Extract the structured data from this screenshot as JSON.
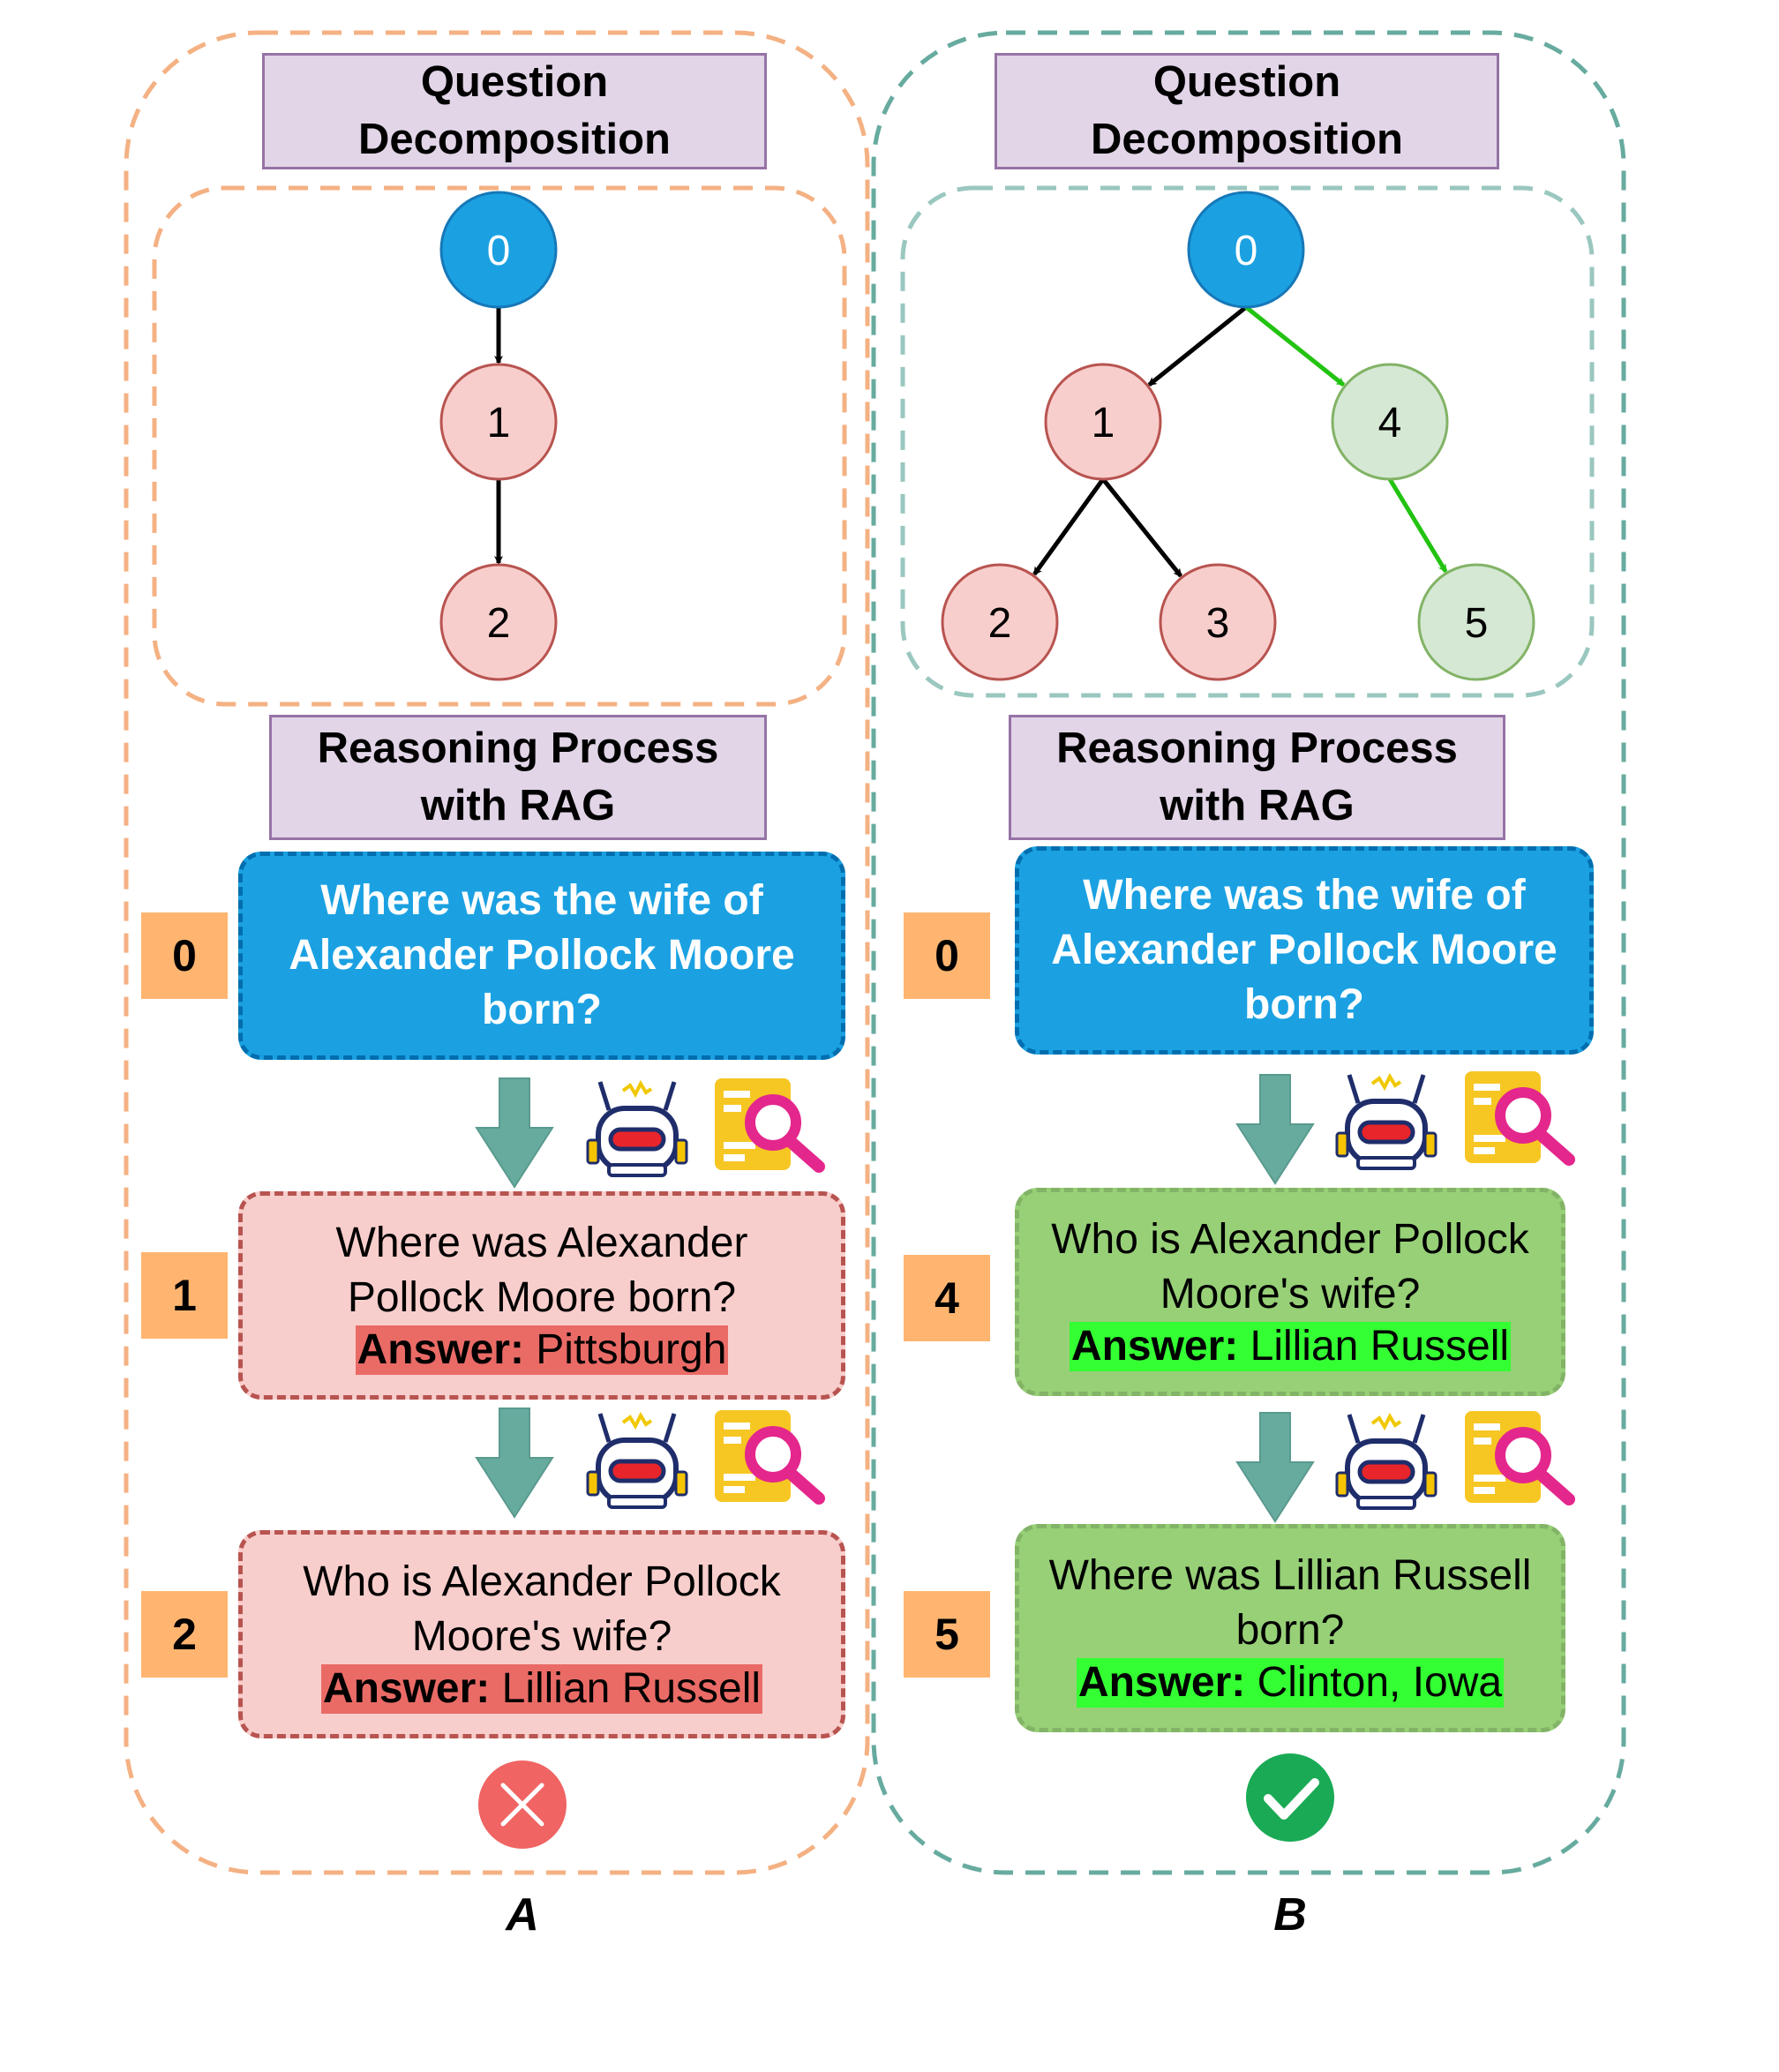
{
  "colors": {
    "panel_a_border": "#f4b183",
    "panel_b_border": "#67ab9f",
    "root_node": "#1ba1e2",
    "wrong_node": "#f8cecc",
    "right_node": "#d5e8d4",
    "arrow_black": "#000000",
    "arrow_green": "#22c311",
    "flow_arrow": "#67ab9f",
    "wrong_highlight": "#ea6b66",
    "right_highlight": "#33ff33",
    "fail_mark": "#f06464",
    "success_mark": "#1aaa55"
  },
  "panels": [
    {
      "label": "A",
      "decomposition_title": "Question\nDecomposition",
      "reasoning_title": "Reasoning Process\nwith RAG",
      "tree_nodes": [
        {
          "id": "0",
          "kind": "root"
        },
        {
          "id": "1",
          "kind": "wrong"
        },
        {
          "id": "2",
          "kind": "wrong"
        }
      ],
      "tree_edges": [
        {
          "from": "0",
          "to": "1",
          "color": "black"
        },
        {
          "from": "1",
          "to": "2",
          "color": "black"
        }
      ],
      "steps": [
        {
          "index": "0",
          "question": "Where was the wife of\nAlexander Pollock Moore\nborn?",
          "answer_label": "",
          "answer": "",
          "kind": "root"
        },
        {
          "index": "1",
          "question": "Where was  Alexander\nPollock Moore born?",
          "answer_label": "Answer:",
          "answer": " Pittsburgh",
          "kind": "bad"
        },
        {
          "index": "2",
          "question": "Who is Alexander Pollock\nMoore's wife?",
          "answer_label": "Answer:",
          "answer": " Lillian Russell",
          "kind": "bad"
        }
      ],
      "step_icons": [
        "robot-icon",
        "document-search-icon"
      ],
      "result": "fail-icon"
    },
    {
      "label": "B",
      "decomposition_title": "Question\nDecomposition",
      "reasoning_title": "Reasoning Process\nwith RAG",
      "tree_nodes": [
        {
          "id": "0",
          "kind": "root"
        },
        {
          "id": "1",
          "kind": "wrong"
        },
        {
          "id": "4",
          "kind": "right"
        },
        {
          "id": "2",
          "kind": "wrong"
        },
        {
          "id": "3",
          "kind": "wrong"
        },
        {
          "id": "5",
          "kind": "right"
        }
      ],
      "tree_edges": [
        {
          "from": "0",
          "to": "1",
          "color": "black"
        },
        {
          "from": "0",
          "to": "4",
          "color": "green"
        },
        {
          "from": "1",
          "to": "2",
          "color": "black"
        },
        {
          "from": "1",
          "to": "3",
          "color": "black"
        },
        {
          "from": "4",
          "to": "5",
          "color": "green"
        }
      ],
      "steps": [
        {
          "index": "0",
          "question": "Where was the wife of\nAlexander Pollock Moore\nborn?",
          "answer_label": "",
          "answer": "",
          "kind": "root"
        },
        {
          "index": "4",
          "question": "Who is Alexander Pollock\nMoore's wife?",
          "answer_label": "Answer:",
          "answer": " Lillian Russell",
          "kind": "good"
        },
        {
          "index": "5",
          "question": "Where was Lillian Russell\nborn?",
          "answer_label": "Answer:",
          "answer": " Clinton, Iowa",
          "kind": "good"
        }
      ],
      "step_icons": [
        "robot-icon",
        "document-search-icon"
      ],
      "result": "success-icon"
    }
  ]
}
